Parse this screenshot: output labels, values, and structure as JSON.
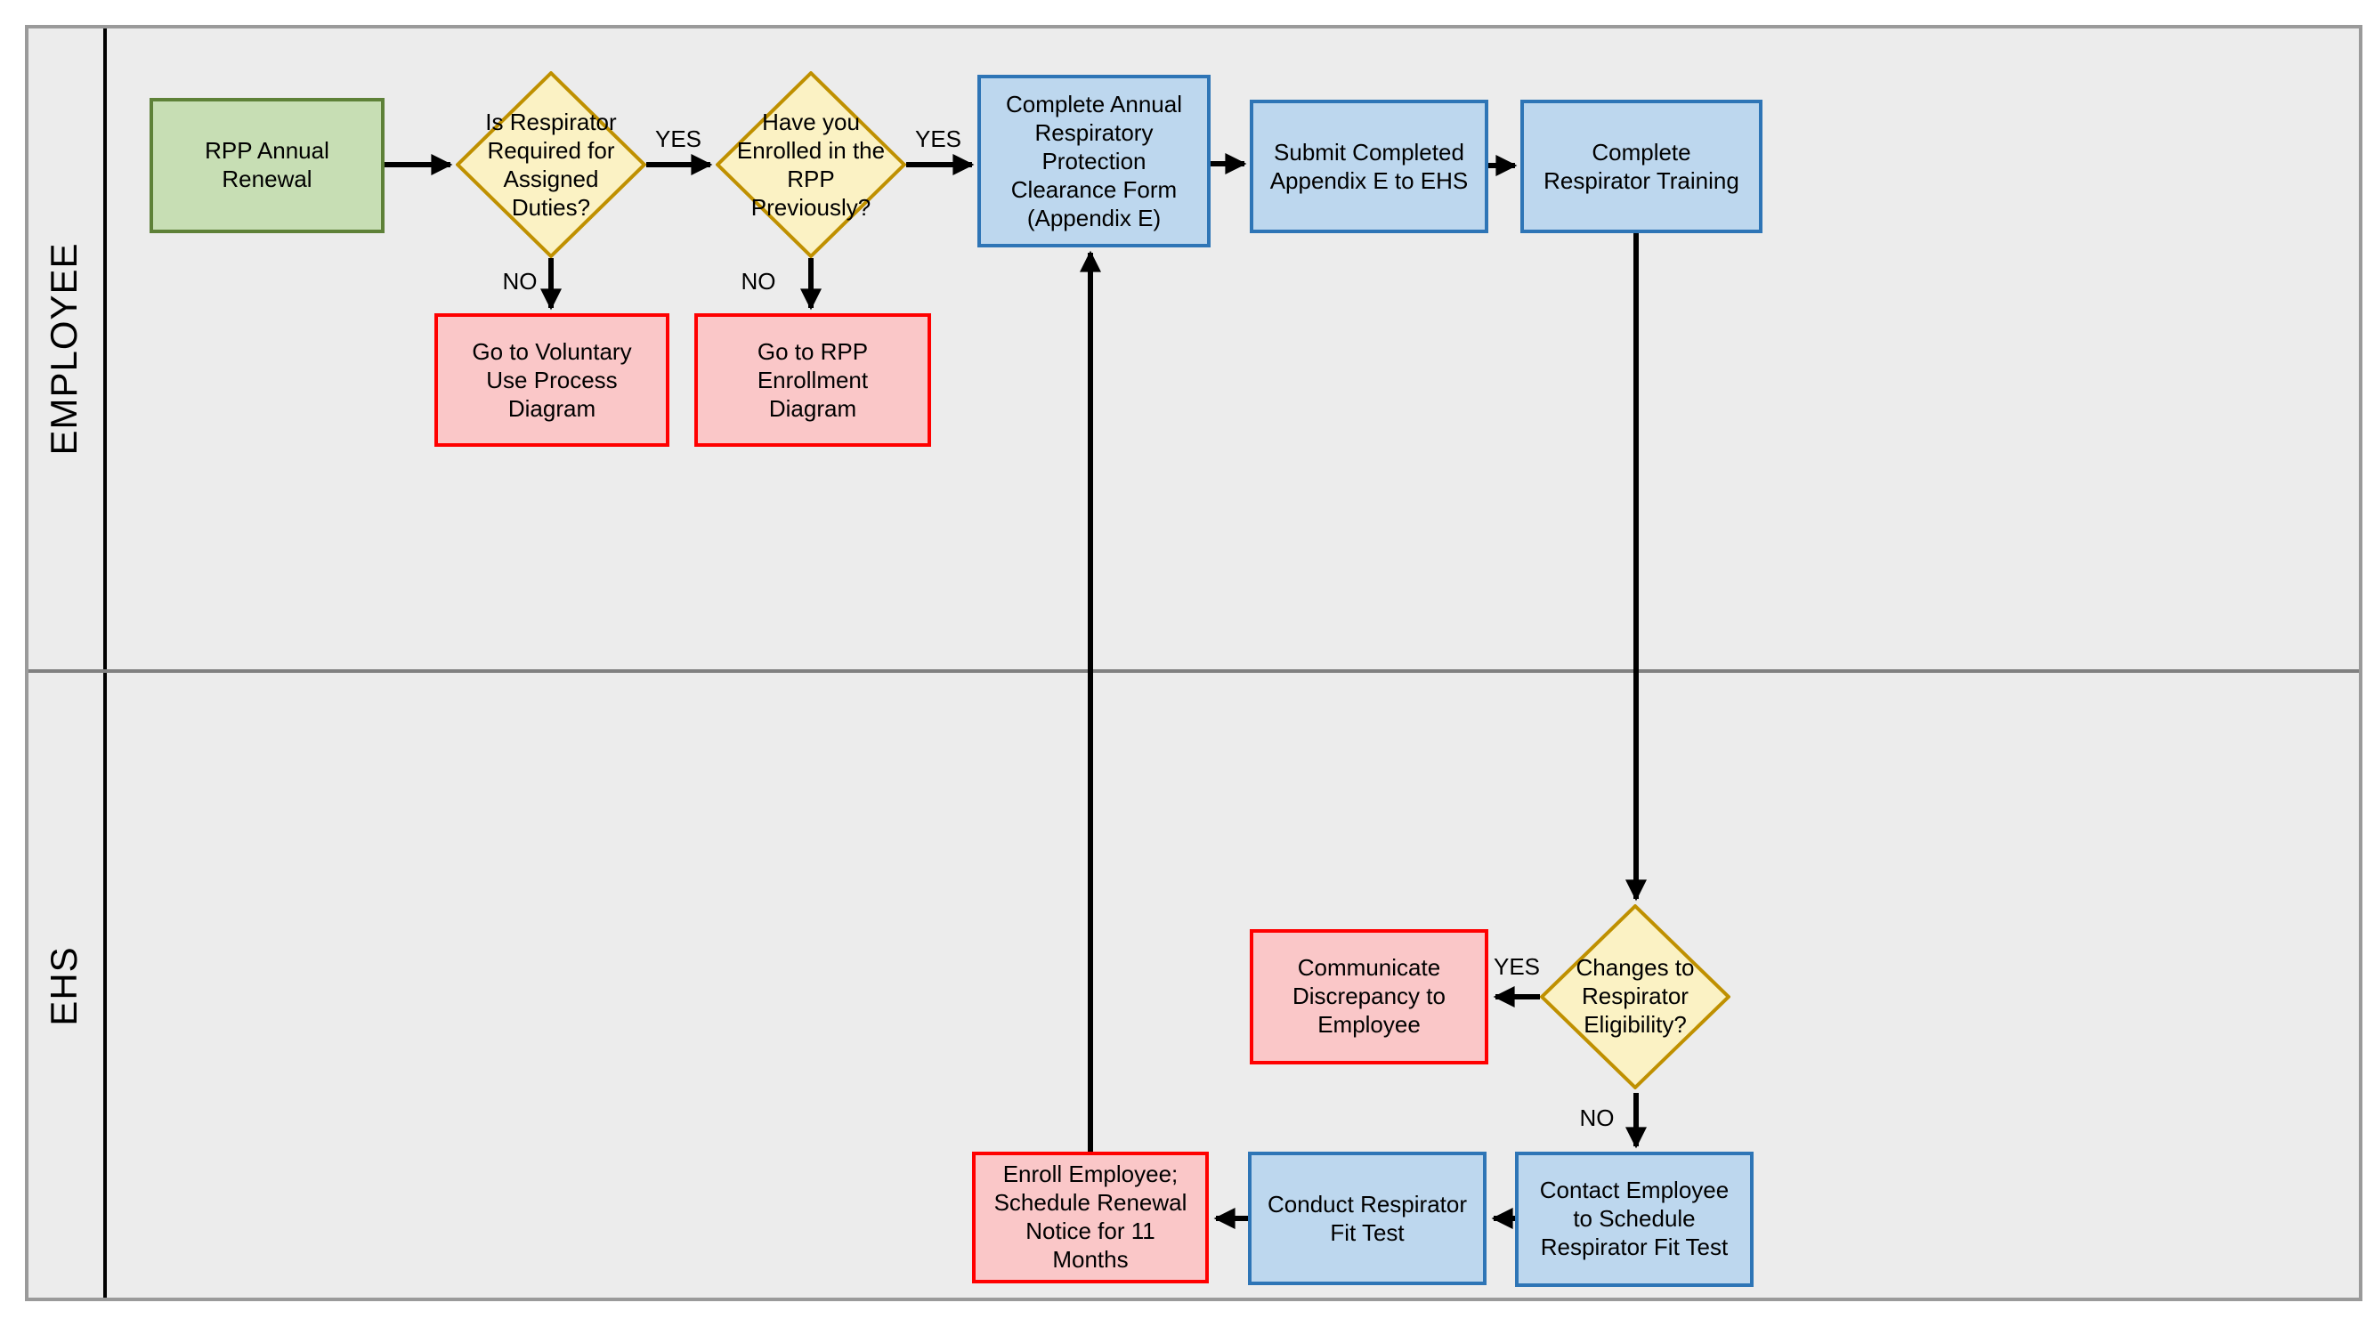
{
  "lanes": {
    "employee": {
      "label": "EMPLOYEE"
    },
    "ehs": {
      "label": "EHS"
    }
  },
  "nodes": {
    "start": {
      "label": "RPP Annual Renewal",
      "type": "start"
    },
    "respirator_required": {
      "label": "Is Respirator Required for Assigned Duties?",
      "type": "decision"
    },
    "enrolled_previously": {
      "label": "Have you Enrolled in the RPP Previously?",
      "type": "decision"
    },
    "complete_clearance_form": {
      "label": "Complete Annual Respiratory Protection Clearance Form (Appendix E)",
      "type": "process"
    },
    "submit_appendix_e": {
      "label": "Submit Completed Appendix E to EHS",
      "type": "process"
    },
    "complete_training": {
      "label": "Complete Respirator Training",
      "type": "process"
    },
    "voluntary_use": {
      "label": "Go to Voluntary Use Process Diagram",
      "type": "offpage"
    },
    "rpp_enrollment": {
      "label": "Go to RPP Enrollment Diagram",
      "type": "offpage"
    },
    "changes_eligibility": {
      "label": "Changes to Respirator Eligibility?",
      "type": "decision"
    },
    "communicate_discrepancy": {
      "label": "Communicate Discrepancy to Employee",
      "type": "offpage"
    },
    "contact_employee": {
      "label": "Contact Employee to Schedule Respirator Fit Test",
      "type": "process"
    },
    "conduct_fit_test": {
      "label": "Conduct Respirator Fit Test",
      "type": "process"
    },
    "enroll_employee": {
      "label": "Enroll Employee; Schedule Renewal Notice for 11 Months",
      "type": "offpage"
    }
  },
  "edges": [
    {
      "from": "start",
      "to": "respirator_required",
      "label": ""
    },
    {
      "from": "respirator_required",
      "to": "enrolled_previously",
      "label": "YES"
    },
    {
      "from": "respirator_required",
      "to": "voluntary_use",
      "label": "NO"
    },
    {
      "from": "enrolled_previously",
      "to": "complete_clearance_form",
      "label": "YES"
    },
    {
      "from": "enrolled_previously",
      "to": "rpp_enrollment",
      "label": "NO"
    },
    {
      "from": "complete_clearance_form",
      "to": "submit_appendix_e",
      "label": ""
    },
    {
      "from": "submit_appendix_e",
      "to": "complete_training",
      "label": ""
    },
    {
      "from": "complete_training",
      "to": "changes_eligibility",
      "label": ""
    },
    {
      "from": "changes_eligibility",
      "to": "communicate_discrepancy",
      "label": "YES"
    },
    {
      "from": "changes_eligibility",
      "to": "contact_employee",
      "label": "NO"
    },
    {
      "from": "contact_employee",
      "to": "conduct_fit_test",
      "label": ""
    },
    {
      "from": "conduct_fit_test",
      "to": "enroll_employee",
      "label": ""
    },
    {
      "from": "enroll_employee",
      "to": "complete_clearance_form",
      "label": ""
    }
  ],
  "colors": {
    "background": "#ECECEC",
    "start_fill": "#C7DEB4",
    "start_border": "#5E8138",
    "decision_fill": "#FBF2C4",
    "decision_border": "#BF9000",
    "process_fill": "#BDD7EE",
    "process_border": "#2E75B6",
    "offpage_fill": "#FAC7C8",
    "offpage_border": "#FF0000",
    "connector": "#000000",
    "lane_divider": "#808080"
  }
}
